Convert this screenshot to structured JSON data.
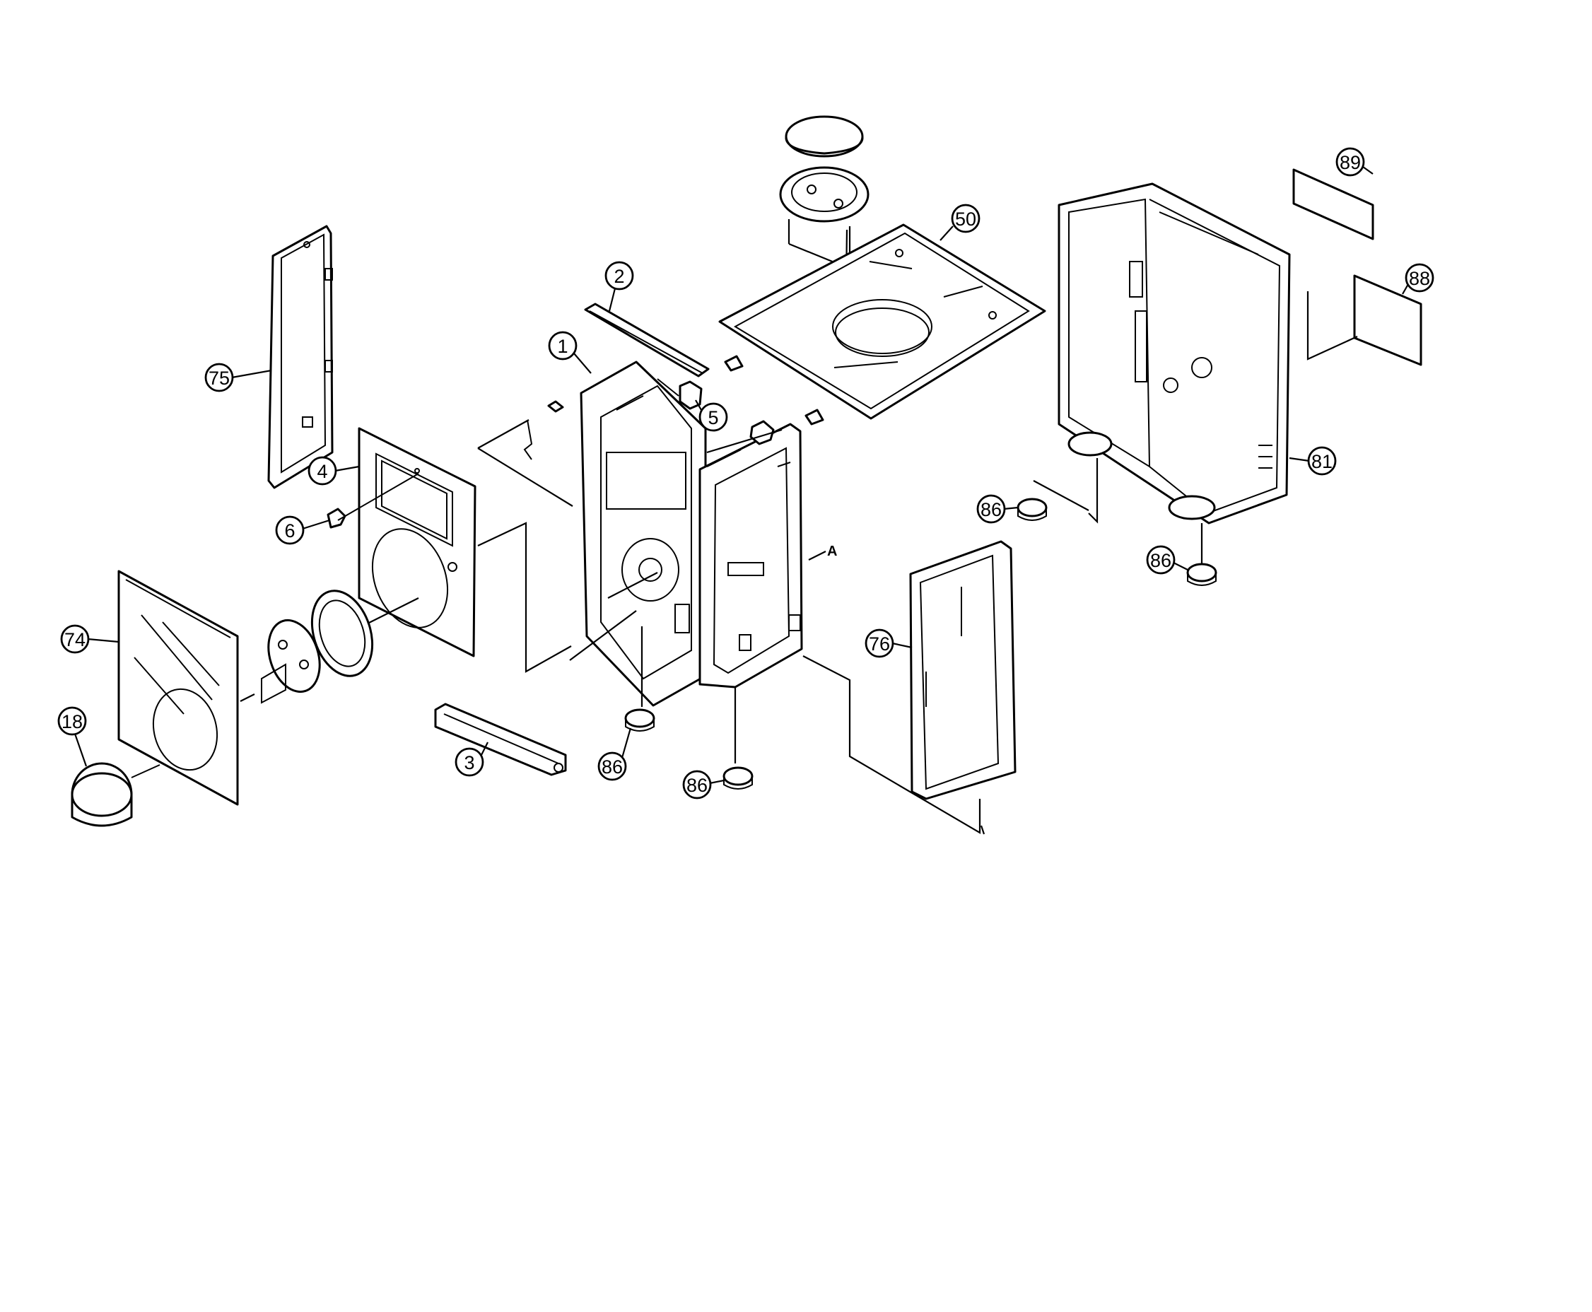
{
  "diagram": {
    "callouts": [
      {
        "id": "c-89",
        "label": "89"
      },
      {
        "id": "c-50",
        "label": "50"
      },
      {
        "id": "c-88",
        "label": "88"
      },
      {
        "id": "c-2",
        "label": "2"
      },
      {
        "id": "c-1",
        "label": "1"
      },
      {
        "id": "c-75",
        "label": "75"
      },
      {
        "id": "c-5",
        "label": "5"
      },
      {
        "id": "c-4",
        "label": "4"
      },
      {
        "id": "c-81",
        "label": "81"
      },
      {
        "id": "c-6",
        "label": "6"
      },
      {
        "id": "c-86a",
        "label": "86"
      },
      {
        "id": "c-86b",
        "label": "86"
      },
      {
        "id": "c-74",
        "label": "74"
      },
      {
        "id": "c-76",
        "label": "76"
      },
      {
        "id": "c-18",
        "label": "18"
      },
      {
        "id": "c-3",
        "label": "3"
      },
      {
        "id": "c-86c",
        "label": "86"
      },
      {
        "id": "c-86d",
        "label": "86"
      }
    ],
    "reference_mark": "A"
  }
}
